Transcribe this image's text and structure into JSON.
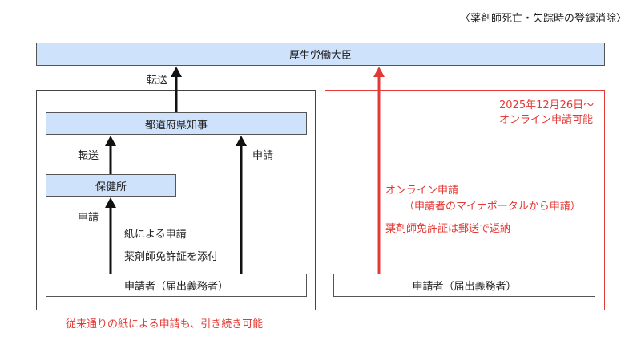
{
  "header_note": "〈薬剤師死亡・失踪時の登録消除〉",
  "top_box": "厚生労働大臣",
  "left_panel": {
    "prefecture_box": "都道府県知事",
    "health_center_box": "保健所",
    "applicant_box": "申請者（届出義務者）",
    "label_transfer_top": "転送",
    "label_transfer_mid": "転送",
    "label_apply_left": "申請",
    "label_apply_right": "申請",
    "paper_line1": "紙による申請",
    "paper_line2": "薬剤師免許証を添付"
  },
  "right_panel": {
    "date_line1": "2025年12月26日～",
    "date_line2": "オンライン申請可能",
    "online_line1": "オンライン申請",
    "online_line2": "（申請者のマイナポータルから申請）",
    "return_note": "薬剤師免許証は郵送で返納",
    "applicant_box": "申請者（届出義務者）"
  },
  "footer_note": "従来通りの紙による申請も、引き続き可能",
  "colors": {
    "box_fill": "#cfe2fb",
    "red": "#e53935",
    "line": "#555555"
  }
}
